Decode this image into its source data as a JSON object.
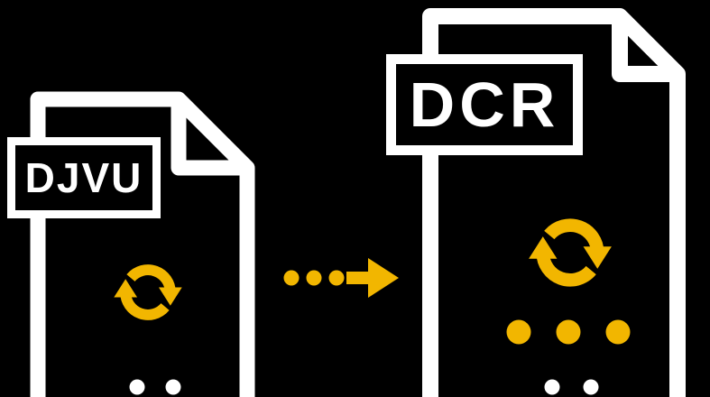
{
  "illustration": {
    "source_file": {
      "label": "DJVU"
    },
    "target_file": {
      "label": "DCR"
    }
  },
  "colors": {
    "background": "#000000",
    "outline": "#FFFFFF",
    "accent": "#F2B600"
  },
  "icons": {
    "source_sync_icon": "circular-sync-arrows",
    "target_sync_icon": "circular-sync-arrows",
    "transfer_arrow_icon": "dotted-right-arrow",
    "source_page_dots": "two-dot-ellipsis",
    "target_page_dots": "two-dot-ellipsis",
    "target_ellipsis": "three-dot-ellipsis"
  }
}
